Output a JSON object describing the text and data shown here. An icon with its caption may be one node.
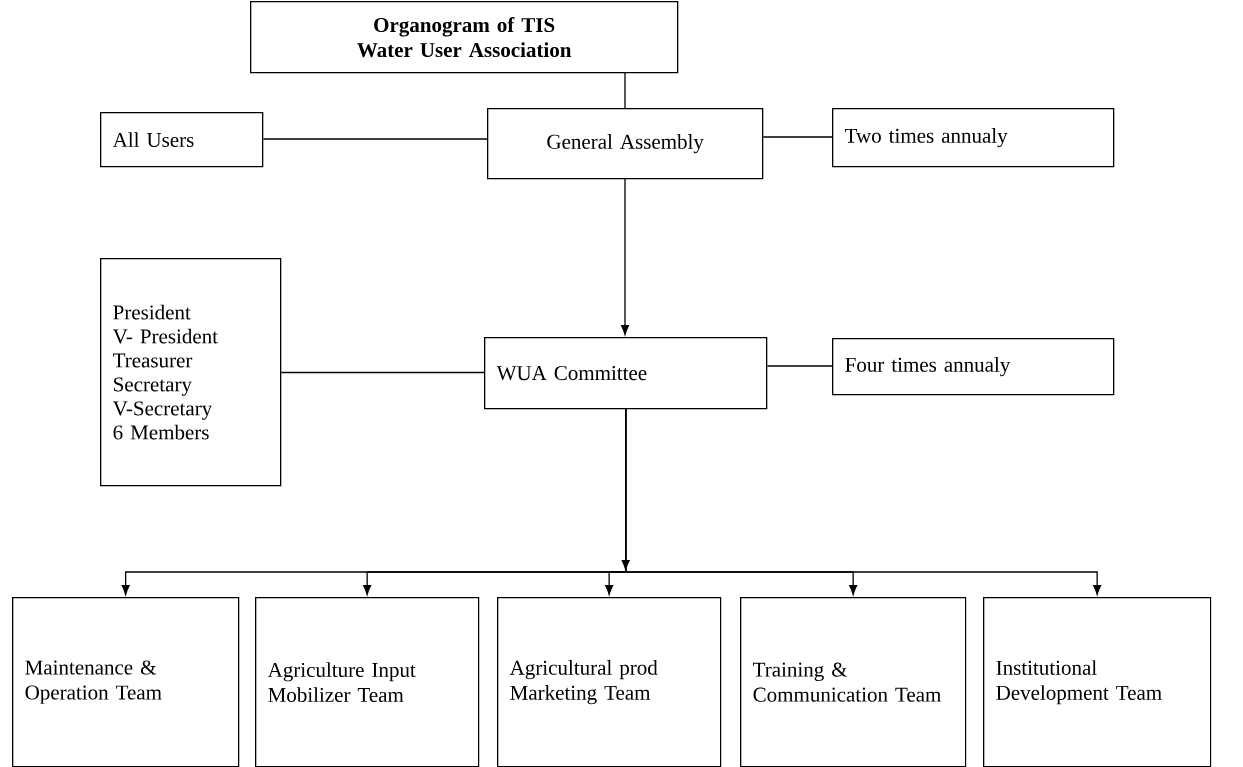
{
  "diagram": {
    "nodes": [
      {
        "text": [
          "Organogram of TIS Water User Association"
        ]
      },
      {
        "text": [
          "All Users"
        ]
      },
      {
        "text": [
          "General Assembly"
        ]
      },
      {
        "text": [
          "Two times annualy"
        ]
      },
      {
        "text": [
          "President",
          "V- President",
          "Treasurer",
          "Secretary",
          "V-Secretary",
          "6 Members"
        ]
      },
      {
        "text": [
          "WUA Committee"
        ]
      },
      {
        "text": [
          "Four times annualy"
        ]
      },
      {
        "text": [
          "Maintenance & Operation Team"
        ]
      },
      {
        "text": [
          "Agriculture Input Mobilizer Team"
        ]
      },
      {
        "text": [
          "Agricultural prod Marketing Team"
        ]
      },
      {
        "text": [
          "Training & Communication Team"
        ]
      },
      {
        "text": [
          "Institutional Development Team"
        ]
      }
    ],
    "edges": [
      {
        "from": 0,
        "to": 2,
        "arrow": "none"
      },
      {
        "from": 1,
        "to": 2,
        "arrow": "none"
      },
      {
        "from": 2,
        "to": 3,
        "arrow": "none"
      },
      {
        "from": 2,
        "to": 5,
        "arrow": "to"
      },
      {
        "from": 4,
        "to": 5,
        "arrow": "none"
      },
      {
        "from": 5,
        "to": 6,
        "arrow": "none"
      },
      {
        "from": 5,
        "to": 7,
        "arrow": "to"
      },
      {
        "from": 5,
        "to": 8,
        "arrow": "to"
      },
      {
        "from": 5,
        "to": 9,
        "arrow": "to"
      },
      {
        "from": 5,
        "to": 10,
        "arrow": "to"
      },
      {
        "from": 5,
        "to": 11,
        "arrow": "to"
      }
    ]
  }
}
